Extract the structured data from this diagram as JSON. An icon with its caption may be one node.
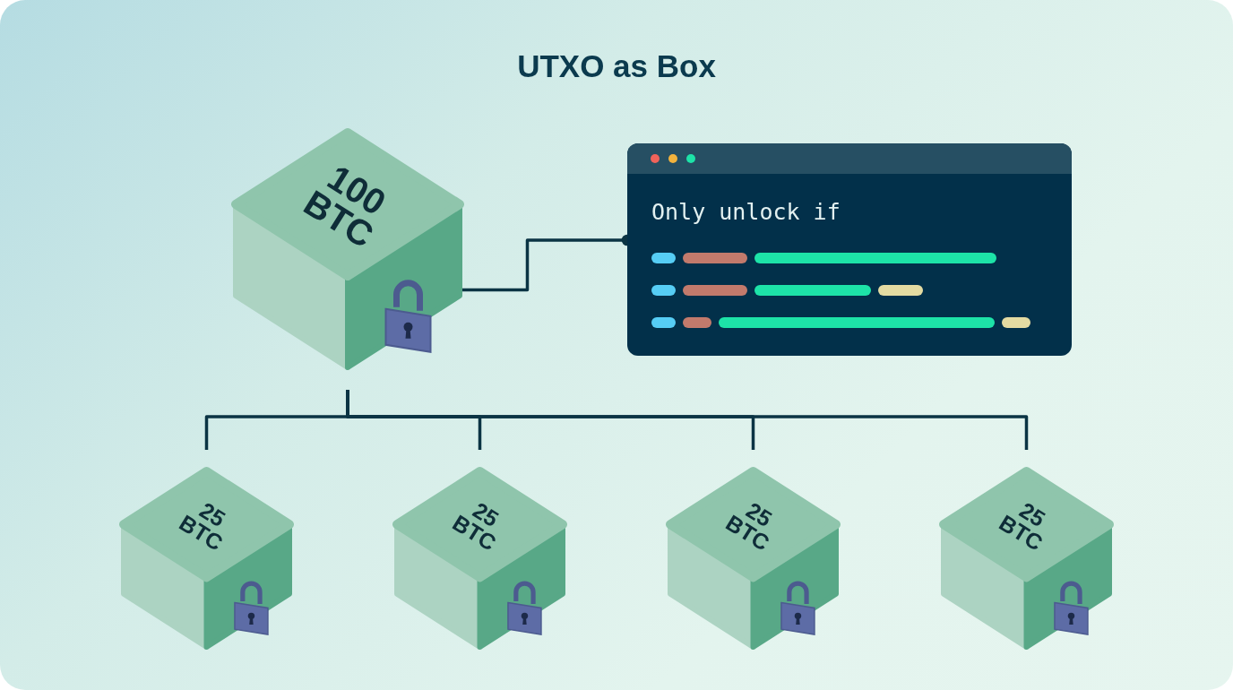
{
  "diagram": {
    "title": "UTXO as Box",
    "nodes": [
      {
        "text": [
          "100 BTC"
        ]
      },
      {
        "text": [
          "Only unlock if"
        ]
      },
      {
        "text": [
          "25 BTC"
        ]
      },
      {
        "text": [
          "25 BTC"
        ]
      },
      {
        "text": [
          "25 BTC"
        ]
      },
      {
        "text": [
          "25 BTC"
        ]
      }
    ],
    "edges": [
      {
        "from": 0,
        "to": 1,
        "arrow": "other"
      },
      {
        "from": 0,
        "to": 2,
        "arrow": "none"
      },
      {
        "from": 0,
        "to": 3,
        "arrow": "none"
      },
      {
        "from": 0,
        "to": 4,
        "arrow": "none"
      },
      {
        "from": 0,
        "to": 5,
        "arrow": "none"
      }
    ]
  }
}
